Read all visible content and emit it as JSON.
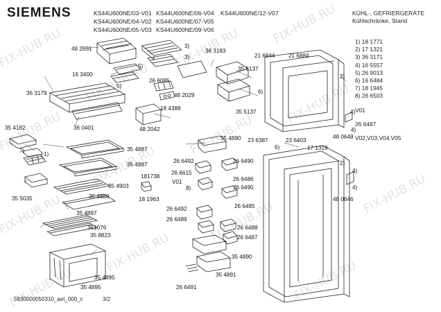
{
  "header": {
    "brand": "SIEMENS",
    "models": [
      "KS44U600NE/03-V01",
      "KS44U600NE/06-V04",
      "KS44U600NE/12-V07",
      "KS44U600NE/04-V02",
      "KS44U600NE/07-V05",
      "KS44U600NE/05-V03",
      "KS44U600NE/09-V06"
    ],
    "category": "KÜHL-, GEFRIERGERÄTE",
    "subcategory": "Kühlschränke, Stand"
  },
  "parts_list": {
    "entries": [
      {
        "num": "1)",
        "part": "18 1771"
      },
      {
        "num": "2)",
        "part": "17 1321"
      },
      {
        "num": "3)",
        "part": "36 3171"
      },
      {
        "num": "4)",
        "part": "16 5557"
      },
      {
        "num": "5)",
        "part": "26 9013"
      },
      {
        "num": "6)",
        "part": "16 6484"
      },
      {
        "num": "7)",
        "part": "18 1945"
      },
      {
        "num": "8)",
        "part": "26 6503"
      }
    ],
    "variant_a": "V01",
    "variant_part": "26 6487",
    "variant_b": "V02,V03,V04,V05"
  },
  "labels": {
    "l1": "48 2031",
    "l2": "3)",
    "l3": "36 3183",
    "l4": "3)",
    "l5": "5)",
    "l6": "16 3400",
    "l7": "5)",
    "l8": "26 6085",
    "l9": "21 6844",
    "l10": "21 6884",
    "l11": "35 5137",
    "l12": "2)",
    "l13": "6)",
    "l14": "35 5137",
    "l15": "48 2029",
    "l16": "18 4388",
    "l17": "36 3179",
    "l18": "36 0401",
    "l19": "48 2042",
    "l20": "4)",
    "l21": "4)",
    "l22": "48 0648",
    "l23": "35 4182",
    "l24": "7)",
    "l25": "1)",
    "l26": "35 4887",
    "l27": "35 4890",
    "l28": "23 6387",
    "l29": "23 6403",
    "l30": "6)",
    "l31": "17 1319",
    "l32": "35 4887",
    "l33": "26 6492",
    "l34": "26 6490",
    "l35": "2)",
    "l36": "26 6615",
    "l37": "26 6486",
    "l38": "V01",
    "l39": "26 6490",
    "l40": "181738",
    "l41": "8)",
    "l42": "4)",
    "l43": "35 4903",
    "l44": "4)",
    "l45": "35 5035",
    "l46": "35 4888",
    "l47": "18 1963",
    "l48": "48 0646",
    "l49": "26 6485",
    "l50": "26 6492",
    "l51": "35 4897",
    "l52": "26 6489",
    "l53": "26 6488",
    "l54": "361076",
    "l55": "26 6487",
    "l56": "35 8823",
    "l57": "35 4890",
    "l58": "35 4891",
    "l59": "35 4895",
    "l60": "26 6491",
    "l61": "35 4895"
  },
  "footer": {
    "code": "5830000050310_aet_000_c",
    "page": "3/2"
  },
  "watermark": "FIX-HUB.RU"
}
